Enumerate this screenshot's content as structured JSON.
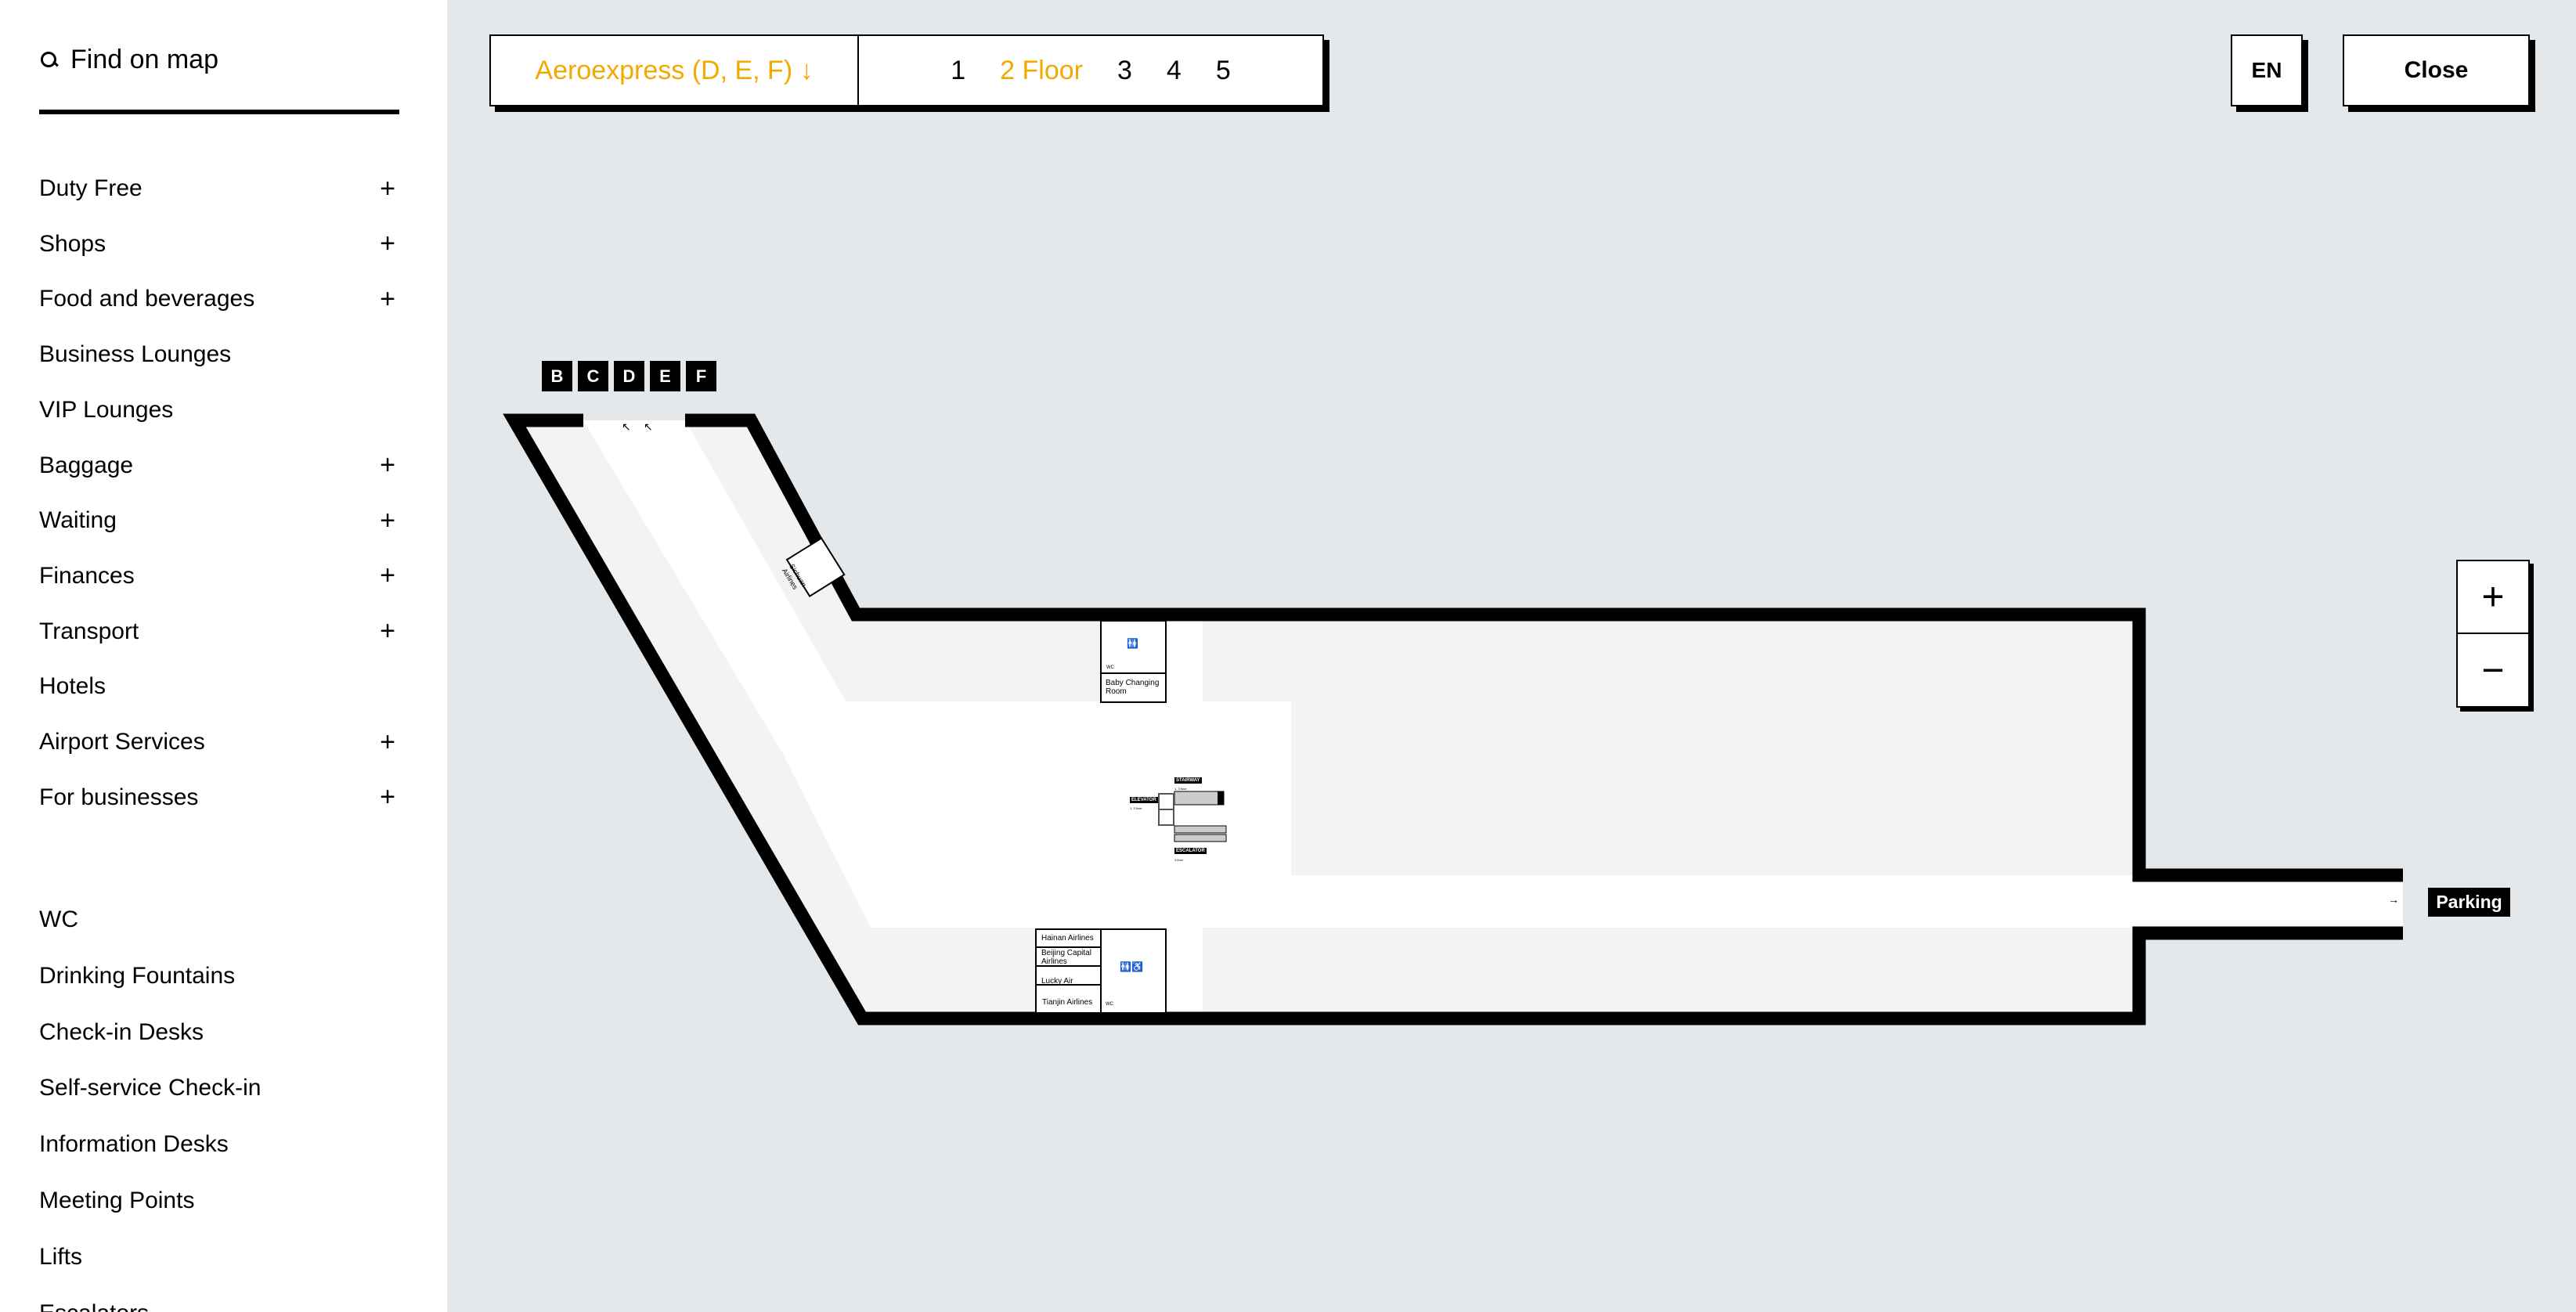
{
  "search": {
    "label": "Find on map",
    "icon": "search-icon"
  },
  "sidebar": {
    "categories": [
      {
        "label": "Duty Free",
        "expandable": true
      },
      {
        "label": "Shops",
        "expandable": true
      },
      {
        "label": "Food and beverages",
        "expandable": true
      },
      {
        "label": "Business Lounges",
        "expandable": false
      },
      {
        "label": "VIP Lounges",
        "expandable": false
      },
      {
        "label": "Baggage",
        "expandable": true
      },
      {
        "label": "Waiting",
        "expandable": true
      },
      {
        "label": "Finances",
        "expandable": true
      },
      {
        "label": "Transport",
        "expandable": true
      },
      {
        "label": "Hotels",
        "expandable": false
      },
      {
        "label": "Airport Services",
        "expandable": true
      },
      {
        "label": "For businesses",
        "expandable": true
      }
    ],
    "facilities": [
      {
        "label": "WC"
      },
      {
        "label": "Drinking Fountains"
      },
      {
        "label": "Check-in Desks"
      },
      {
        "label": "Self-service Check-in"
      },
      {
        "label": "Information Desks"
      },
      {
        "label": "Meeting Points"
      },
      {
        "label": "Lifts"
      },
      {
        "label": "Escalators"
      }
    ],
    "plus_symbol": "+"
  },
  "topbar": {
    "terminal_select": "Aeroexpress (D, E, F) ↓",
    "floors": [
      {
        "label": "1"
      },
      {
        "label": "2 Floor",
        "active": true
      },
      {
        "label": "3"
      },
      {
        "label": "4"
      },
      {
        "label": "5"
      }
    ],
    "language": "EN",
    "close": "Close"
  },
  "zoom": {
    "in": "+",
    "out": "−"
  },
  "colors": {
    "accent": "#f2a900",
    "map_bg": "#e5e8eb",
    "wall": "#000000",
    "floor": "#f2f3f5"
  },
  "map": {
    "gates": [
      "B",
      "C",
      "D",
      "E",
      "F"
    ],
    "parking": "Parking",
    "parking_arrow": "→",
    "rooms": {
      "wc": "WC",
      "baby": "Baby Changing Room",
      "sichuan": "Sichuan Airlines",
      "stairway": "STAIRWAY",
      "stairway_sub": "1, 3 floor",
      "elevator": "ELEVATOR",
      "elevator_sub": "1, 3 floor",
      "escalator": "ESCALATOR",
      "escalator_sub": "3 floor",
      "airlines": [
        "Hainan Airlines",
        "Beijing Capital Airlines",
        "Lucky Air",
        "Tianjin Airlines"
      ]
    }
  }
}
